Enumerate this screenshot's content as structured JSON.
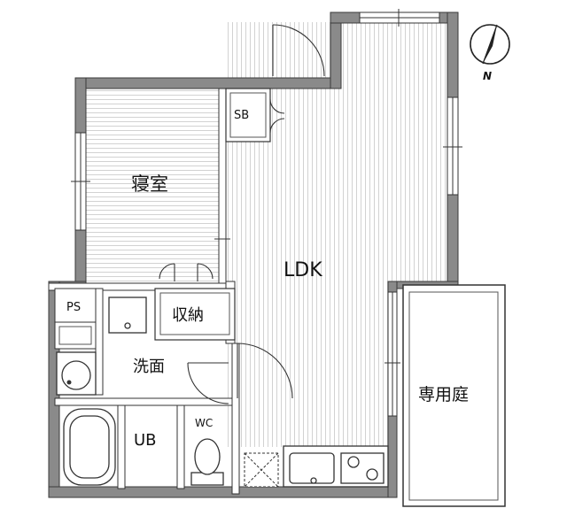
{
  "floor_plan": {
    "compass_label": "N",
    "rooms": {
      "bedroom": "寝室",
      "ldk": "LDK",
      "shoe_box": "SB",
      "closet": "収納",
      "pipe_space": "PS",
      "washroom": "洗面",
      "unit_bath": "UB",
      "toilet": "WC",
      "private_garden": "専用庭"
    }
  }
}
